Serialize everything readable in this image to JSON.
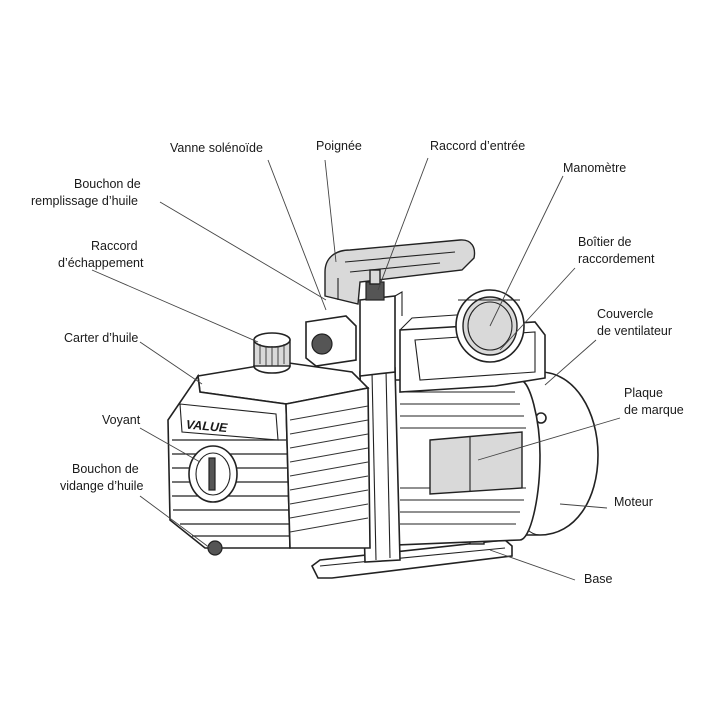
{
  "labels": {
    "vanne_solenoide": "Vanne solénoïde",
    "poignee": "Poignée",
    "raccord_entree": "Raccord d’entrée",
    "manometre": "Manomètre",
    "bouchon_remplissage_1": "Bouchon de",
    "bouchon_remplissage_2": "remplissage d’huile",
    "boitier_1": "Boîtier de",
    "boitier_2": "raccordement",
    "raccord_echappement_1": "Raccord",
    "raccord_echappement_2": "d’échappement",
    "couvercle_1": "Couvercle",
    "couvercle_2": "de ventilateur",
    "carter": "Carter d’huile",
    "plaque_1": "Plaque",
    "plaque_2": "de marque",
    "voyant": "Voyant",
    "vidange_1": "Bouchon de",
    "vidange_2": "vidange d’huile",
    "moteur": "Moteur",
    "base": "Base"
  },
  "brand": "VALUE",
  "colors": {
    "line": "#222222",
    "shade": "#d9d9d9",
    "accent_dark": "#555555"
  }
}
